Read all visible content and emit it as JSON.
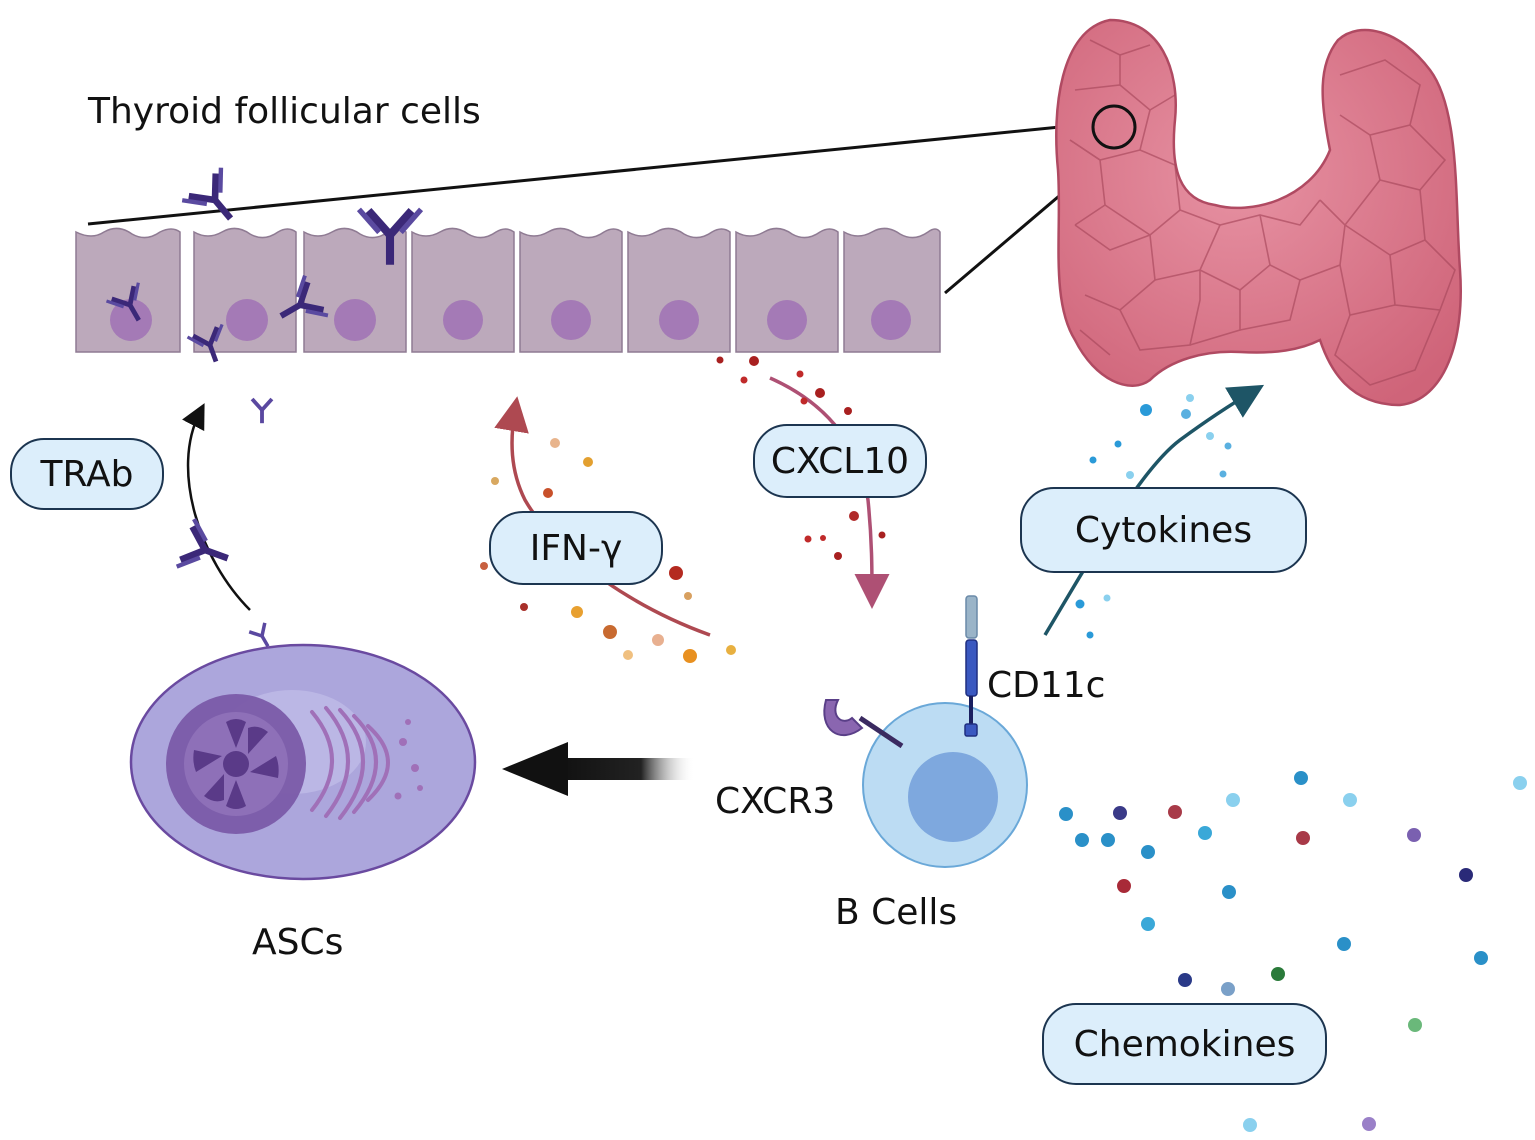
{
  "labels": {
    "thyroid_follicular_cells": "Thyroid follicular cells",
    "trab": "TRAb",
    "ifn_gamma": "IFN-γ",
    "cxcl10": "CXCL10",
    "cytokines": "Cytokines",
    "cd11c": "CD11c",
    "cxcr3": "CXCR3",
    "b_cells": "B Cells",
    "ascs": "ASCs",
    "chemokines": "Chemokines"
  },
  "colors": {
    "follicle_cell": "#bca9bb",
    "nucleus": "#a47ab6",
    "antibody": "#3b2878",
    "thyroid": "#d9768a",
    "asc_cell": "#aca6dc",
    "b_cell": "#bcdcf3",
    "pill_fill": "#dceefb",
    "ifn_arrow": "#a02a33",
    "cxcl10_arrow": "#a0325c",
    "cytokine_arrow": "#1e5566"
  }
}
